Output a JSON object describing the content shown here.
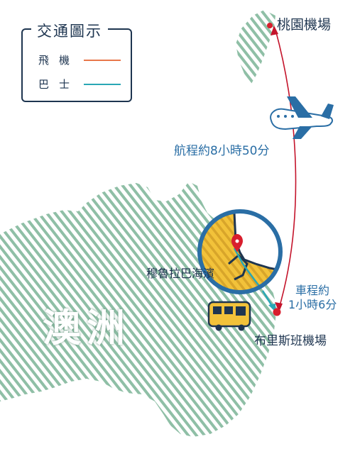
{
  "legend": {
    "title": "交通圖示",
    "items": [
      {
        "label": "飛機",
        "color": "#e8774a"
      },
      {
        "label": "巴士",
        "color": "#29a7b5"
      }
    ]
  },
  "places": {
    "taoyuan_airport": "桃園機場",
    "brisbane_airport": "布里斯班機場",
    "mooloolaba_beach": "穆魯拉巴海濱"
  },
  "region_label": "澳洲",
  "flight": {
    "duration": "航程約8小時50分"
  },
  "drive": {
    "line1": "車程約",
    "line2": "1小時6分"
  },
  "colors": {
    "route": "#c4142b",
    "land_stripe": "#8fbfa6",
    "marker": "#d81e2d",
    "inset_ring": "#2a6ea5",
    "inset_land": "#f2c23a"
  }
}
